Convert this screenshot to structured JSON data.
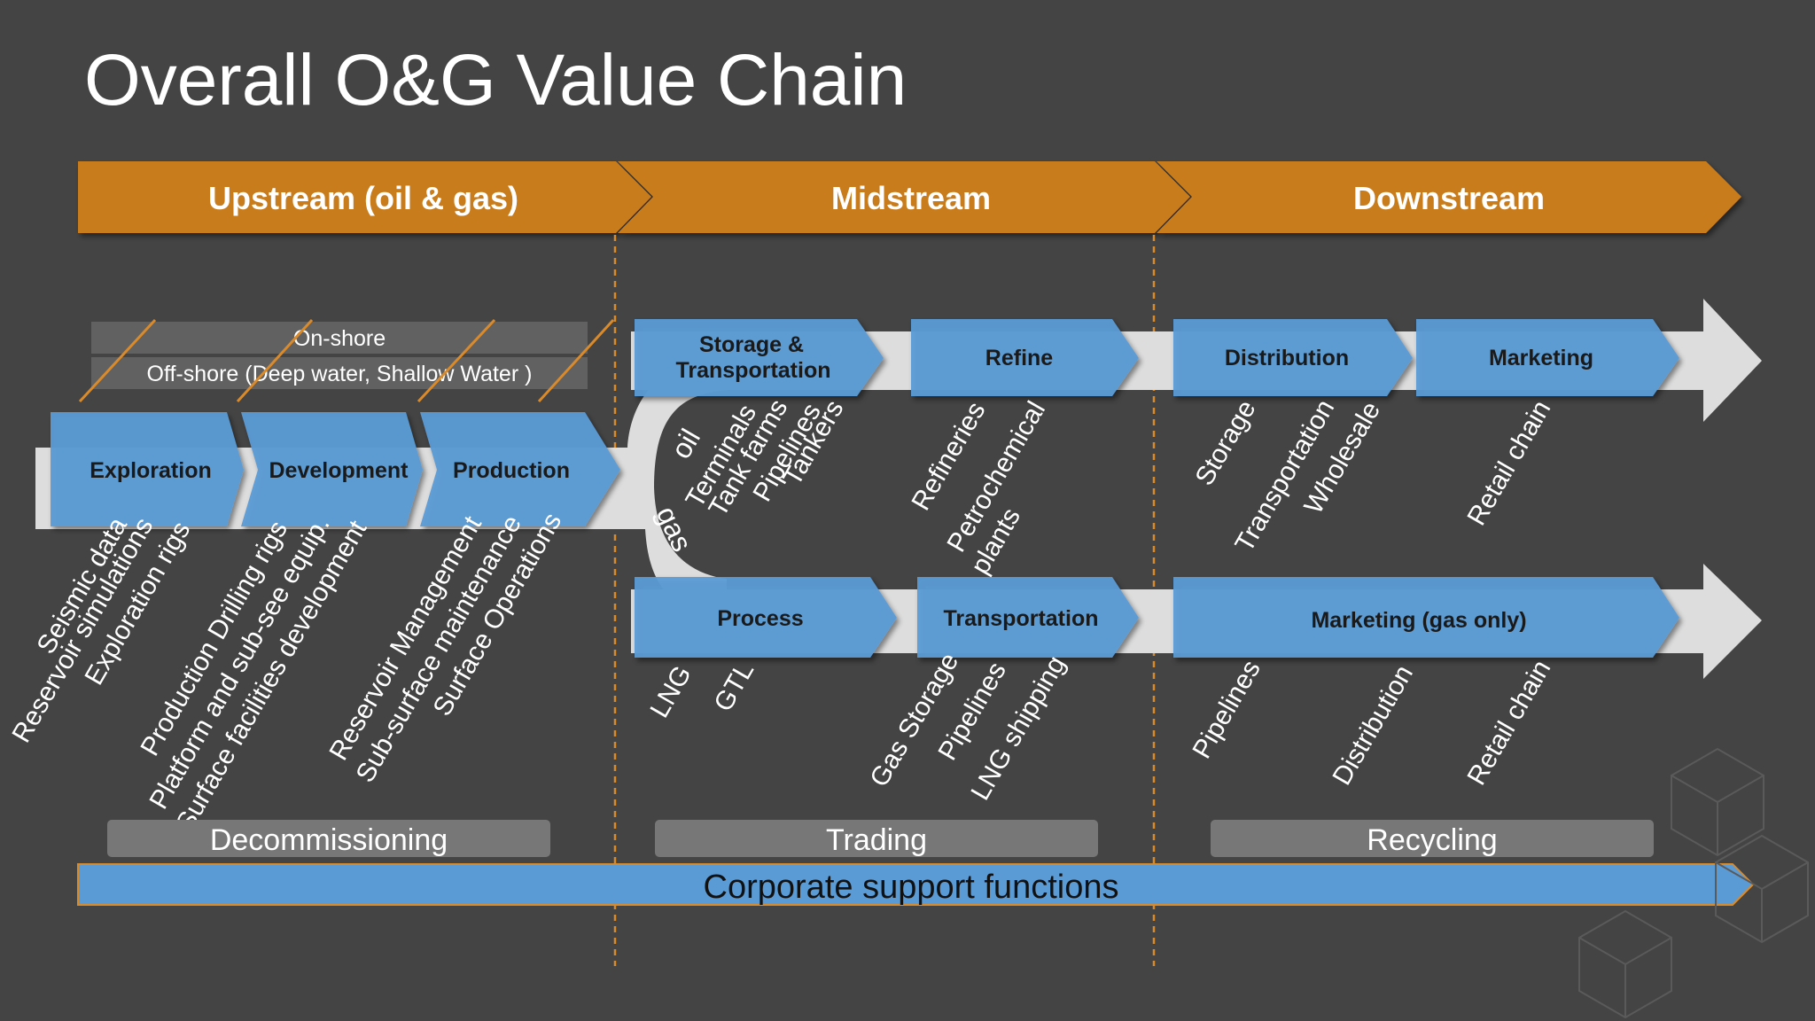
{
  "title": "Overall O&G Value Chain",
  "colors": {
    "background": "#444444",
    "orange": "#C97B1E",
    "blue": "#5B9BD5",
    "light": "#DDDDDD",
    "bar": "#777777"
  },
  "sections": {
    "upstream": "Upstream (oil & gas)",
    "midstream": "Midstream",
    "downstream": "Downstream"
  },
  "offshore_box": {
    "onshore": "On-shore",
    "offshore": "Off-shore (Deep water, Shallow Water )"
  },
  "upstream_stages": {
    "exploration": "Exploration",
    "development": "Development",
    "production": "Production"
  },
  "flow_labels": {
    "oil": "oil",
    "gas": "gas"
  },
  "midstream_stages": {
    "storage_1": "Storage &",
    "storage_2": "Transportation",
    "refine": "Refine",
    "process": "Process",
    "transportation": "Transportation"
  },
  "downstream_stages": {
    "distribution": "Distribution",
    "marketing": "Marketing",
    "marketing_gas": "Marketing (gas only)"
  },
  "exploration_items": [
    "Seismic data",
    "Reservoir simulations",
    "Exploration rigs"
  ],
  "development_items": [
    "Production Drilling rigs",
    "Platform and sub-see equip.",
    "Surface facilities development"
  ],
  "production_items": [
    "Reservoir Management",
    "Sub-surface maintenance",
    "Surface Operations"
  ],
  "storage_items": [
    "Terminals",
    "Tank farms",
    "Pipelines",
    "Tankers"
  ],
  "refine_items": {
    "refineries": "Refineries",
    "petro_1": "Petrochemical",
    "petro_2": "plants"
  },
  "distribution_items": [
    "Storage",
    "Transportation",
    "Wholesale"
  ],
  "marketing_items": [
    "Retail chain"
  ],
  "process_items": [
    "LNG",
    "GTL"
  ],
  "transport_items": [
    "Gas Storage",
    "Pipelines",
    "LNG shipping"
  ],
  "marketing_gas_items": [
    "Pipelines",
    "Distribution",
    "Retail chain"
  ],
  "bottom_bars": {
    "decommissioning": "Decommissioning",
    "trading": "Trading",
    "recycling": "Recycling"
  },
  "corporate": "Corporate support functions"
}
